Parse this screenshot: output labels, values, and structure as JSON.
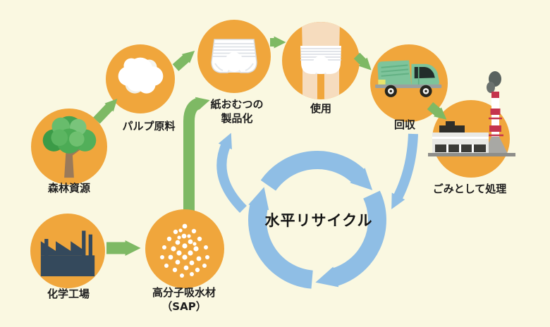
{
  "diagram_title": "",
  "colors": {
    "background": "#FAF8E1",
    "node_circle": "#F0A63C",
    "flow_arrow_green": "#7EB964",
    "recycle_arrow_blue": "#8FBEE5",
    "text": "#1E1E1E",
    "factory_silhouette": "#34495C",
    "truck_body": "#7EC49B",
    "chimney_red": "#C5344D",
    "skin": "#F6DCBE"
  },
  "cycle": {
    "label": "水平リサイクル"
  },
  "nodes": {
    "forest": {
      "label": "森林資源",
      "icon": "tree-icon"
    },
    "pulp": {
      "label": "パルプ原料",
      "icon": "pulp-cotton-icon"
    },
    "production": {
      "label1": "紙おむつの",
      "label2": "製品化",
      "icon": "paper-diaper-icon"
    },
    "use": {
      "label": "使用",
      "icon": "worn-diaper-icon"
    },
    "collection": {
      "label": "回収",
      "icon": "garbage-truck-icon"
    },
    "disposal": {
      "label": "ごみとして処理",
      "icon": "incinerator-icon"
    },
    "chemical": {
      "label": "化学工場",
      "icon": "chemical-factory-icon"
    },
    "sap": {
      "label1": "高分子吸水材",
      "label2": "（SAP）",
      "icon": "sap-particles-icon"
    }
  },
  "edges": {
    "green_flow": [
      "森林資源 → パルプ原料",
      "パルプ原料 → 紙おむつの製品化",
      "紙おむつの製品化 → 使用",
      "使用 → 回収",
      "回収 → ごみとして処理",
      "化学工場 → 高分子吸水材（SAP）",
      "高分子吸水材（SAP） → 紙おむつの製品化"
    ],
    "blue_recycle": [
      "回収 → 水平リサイクル",
      "水平リサイクル → 紙おむつの製品化"
    ]
  }
}
